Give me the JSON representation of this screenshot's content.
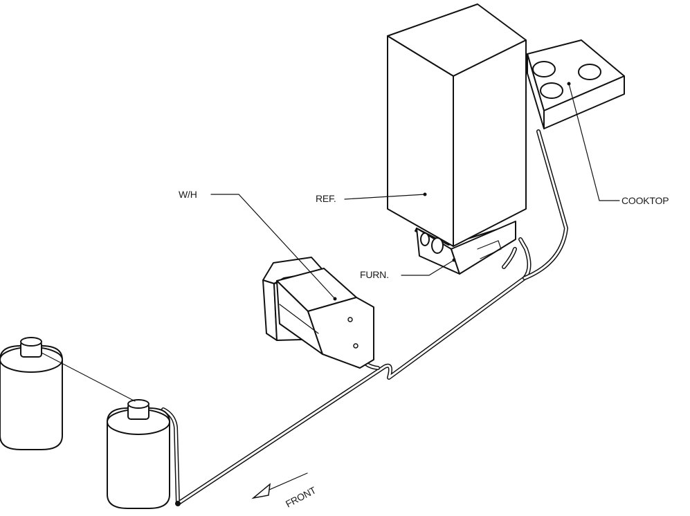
{
  "diagram": {
    "labels": {
      "water_heater": "W/H",
      "refrigerator": "REF.",
      "cooktop": "COOKTOP",
      "furnace": "FURN.",
      "front": "FRONT"
    },
    "colors": {
      "line": "#111111",
      "background": "#ffffff"
    }
  }
}
